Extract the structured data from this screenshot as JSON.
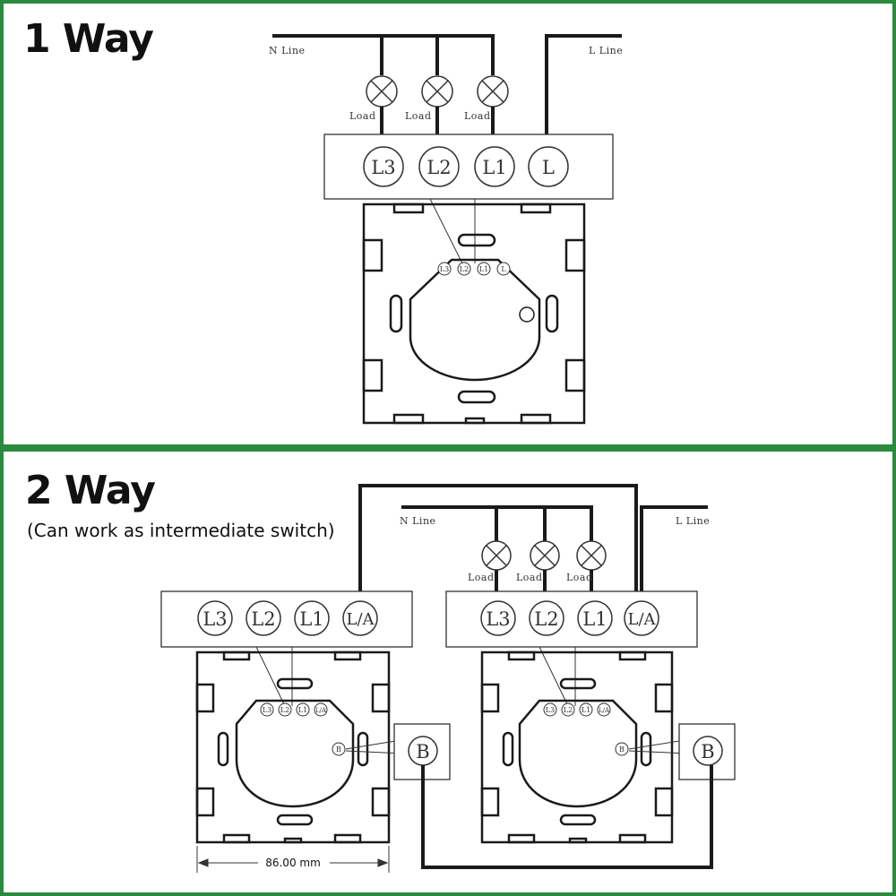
{
  "section1": {
    "title": "1 Way",
    "n_line": "N  Line",
    "l_line": "L  Line",
    "load": "Load",
    "terminals": [
      "L3",
      "L2",
      "L1",
      "L"
    ]
  },
  "section2": {
    "title": "2 Way",
    "subtitle": "(Can work as intermediate switch)",
    "n_line": "N  Line",
    "l_line": "L  Line",
    "load": "Load",
    "terminals": [
      "L3",
      "L2",
      "L1",
      "L/A"
    ],
    "b_terminal": "B",
    "dimension": "86.00 mm"
  },
  "colors": {
    "border": "#2a8a3e",
    "wire": "#1a1a1a",
    "line": "#333333"
  }
}
